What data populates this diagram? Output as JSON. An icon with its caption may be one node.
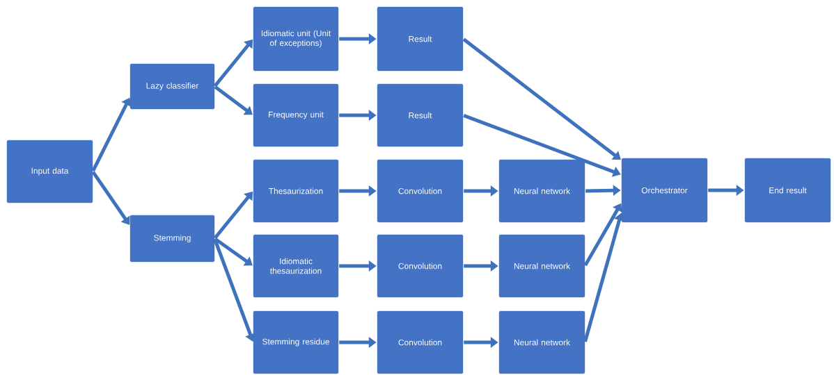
{
  "diagram": {
    "nodes": [
      {
        "text": [
          "Input data"
        ]
      },
      {
        "text": [
          "Lazy classifier"
        ]
      },
      {
        "text": [
          "Stemming"
        ]
      },
      {
        "text": [
          "Idiomatic unit (Unit of exceptions)"
        ]
      },
      {
        "text": [
          "Frequency unit"
        ]
      },
      {
        "text": [
          "Result"
        ]
      },
      {
        "text": [
          "Result"
        ]
      },
      {
        "text": [
          "Thesaurization"
        ]
      },
      {
        "text": [
          "Convolution"
        ]
      },
      {
        "text": [
          "Neural network"
        ]
      },
      {
        "text": [
          "Idiomatic thesaurization"
        ]
      },
      {
        "text": [
          "Convolution"
        ]
      },
      {
        "text": [
          "Neural network"
        ]
      },
      {
        "text": [
          "Stemming residue"
        ]
      },
      {
        "text": [
          "Convolution"
        ]
      },
      {
        "text": [
          "Neural network"
        ]
      },
      {
        "text": [
          "Orchestrator"
        ]
      },
      {
        "text": [
          "End result"
        ]
      }
    ],
    "edges": [
      {
        "from": 0,
        "to": 1,
        "arrow": "to"
      },
      {
        "from": 0,
        "to": 2,
        "arrow": "to"
      },
      {
        "from": 1,
        "to": 3,
        "arrow": "to"
      },
      {
        "from": 1,
        "to": 4,
        "arrow": "to"
      },
      {
        "from": 3,
        "to": 5,
        "arrow": "to"
      },
      {
        "from": 4,
        "to": 6,
        "arrow": "to"
      },
      {
        "from": 5,
        "to": 16,
        "arrow": "to"
      },
      {
        "from": 6,
        "to": 16,
        "arrow": "to"
      },
      {
        "from": 2,
        "to": 7,
        "arrow": "to"
      },
      {
        "from": 2,
        "to": 10,
        "arrow": "to"
      },
      {
        "from": 2,
        "to": 13,
        "arrow": "to"
      },
      {
        "from": 7,
        "to": 8,
        "arrow": "to"
      },
      {
        "from": 8,
        "to": 9,
        "arrow": "to"
      },
      {
        "from": 9,
        "to": 16,
        "arrow": "to"
      },
      {
        "from": 10,
        "to": 11,
        "arrow": "to"
      },
      {
        "from": 11,
        "to": 12,
        "arrow": "to"
      },
      {
        "from": 12,
        "to": 16,
        "arrow": "to"
      },
      {
        "from": 13,
        "to": 14,
        "arrow": "to"
      },
      {
        "from": 14,
        "to": 15,
        "arrow": "to"
      },
      {
        "from": 15,
        "to": 16,
        "arrow": "to"
      },
      {
        "from": 16,
        "to": 17,
        "arrow": "to"
      }
    ]
  }
}
